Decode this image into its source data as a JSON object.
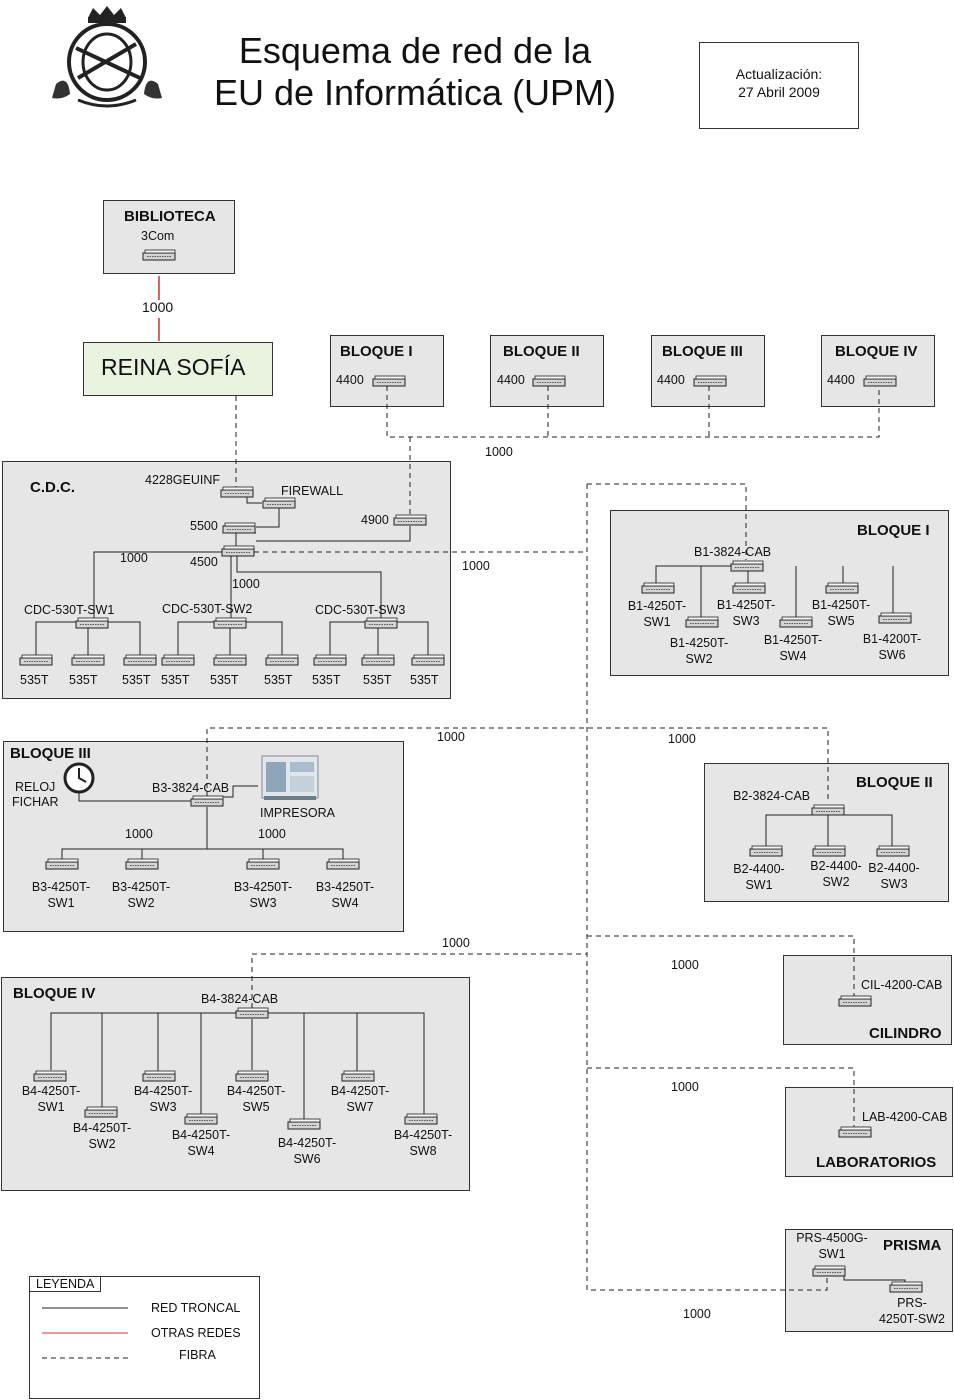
{
  "title": {
    "line1": "Esquema de red de la",
    "line2": "EU de Informática (UPM)"
  },
  "update": {
    "line1": "Actualización:",
    "line2": "27 Abril 2009"
  },
  "biblioteca": {
    "name": "BIBLIOTECA",
    "device": "3Com",
    "link": "1000"
  },
  "reina": {
    "name": "REINA SOFÍA"
  },
  "top_blocks": [
    {
      "name": "BLOQUE I",
      "device": "4400"
    },
    {
      "name": "BLOQUE II",
      "device": "4400"
    },
    {
      "name": "BLOQUE III",
      "device": "4400"
    },
    {
      "name": "BLOQUE IV",
      "device": "4400"
    }
  ],
  "top_link": "1000",
  "cdc": {
    "name": "C.D.C.",
    "geuinf": "4228GEUINF",
    "firewall": "FIREWALL",
    "s5500": "5500",
    "s4900": "4900",
    "s4500": "4500",
    "link_left": "1000",
    "link_mid": "1000",
    "link_out": "1000",
    "sw1": "CDC-530T-SW1",
    "sw2": "CDC-530T-SW2",
    "sw3": "CDC-530T-SW3",
    "leaf": "535T"
  },
  "b1": {
    "name": "BLOQUE I",
    "cab": "B1-3824-CAB",
    "sw": [
      [
        "B1-4250T-",
        "SW1"
      ],
      [
        "B1-4250T-",
        "SW2"
      ],
      [
        "B1-4250T-",
        "SW3"
      ],
      [
        "B1-4250T-",
        "SW4"
      ],
      [
        "B1-4250T-",
        "SW5"
      ],
      [
        "B1-4200T-",
        "SW6"
      ]
    ]
  },
  "b3": {
    "name": "BLOQUE III",
    "cab": "B3-3824-CAB",
    "reloj": [
      "RELOJ",
      "FICHAR"
    ],
    "impresora": "IMPRESORA",
    "link_a": "1000",
    "link_b": "1000",
    "sw": [
      [
        "B3-4250T-",
        "SW1"
      ],
      [
        "B3-4250T-",
        "SW2"
      ],
      [
        "B3-4250T-",
        "SW3"
      ],
      [
        "B3-4250T-",
        "SW4"
      ]
    ]
  },
  "b2": {
    "name": "BLOQUE II",
    "cab": "B2-3824-CAB",
    "sw": [
      [
        "B2-4400-",
        "SW1"
      ],
      [
        "B2-4400-",
        "SW2"
      ],
      [
        "B2-4400-",
        "SW3"
      ]
    ]
  },
  "b4": {
    "name": "BLOQUE IV",
    "cab": "B4-3824-CAB",
    "sw": [
      [
        "B4-4250T-",
        "SW1"
      ],
      [
        "B4-4250T-",
        "SW2"
      ],
      [
        "B4-4250T-",
        "SW3"
      ],
      [
        "B4-4250T-",
        "SW4"
      ],
      [
        "B4-4250T-",
        "SW5"
      ],
      [
        "B4-4250T-",
        "SW6"
      ],
      [
        "B4-4250T-",
        "SW7"
      ],
      [
        "B4-4250T-",
        "SW8"
      ]
    ]
  },
  "cilindro": {
    "name": "CILINDRO",
    "cab": "CIL-4200-CAB"
  },
  "laboratorios": {
    "name": "LABORATORIOS",
    "cab": "LAB-4200-CAB"
  },
  "prisma": {
    "name": "PRISMA",
    "sw1": [
      "PRS-4500G-",
      "SW1"
    ],
    "sw2": [
      "PRS-",
      "4250T-SW2"
    ]
  },
  "fiber_links": {
    "b3": "1000",
    "b2": "1000",
    "b4": "1000",
    "cil": "1000",
    "lab": "1000",
    "prs": "1000"
  },
  "legend": {
    "title": "LEYENDA",
    "items": [
      "RED TRONCAL",
      "OTRAS REDES",
      "FIBRA"
    ]
  },
  "colors": {
    "box": "#e6e6e6",
    "reina": "#eaf3df",
    "other_net": "#cc3333"
  }
}
